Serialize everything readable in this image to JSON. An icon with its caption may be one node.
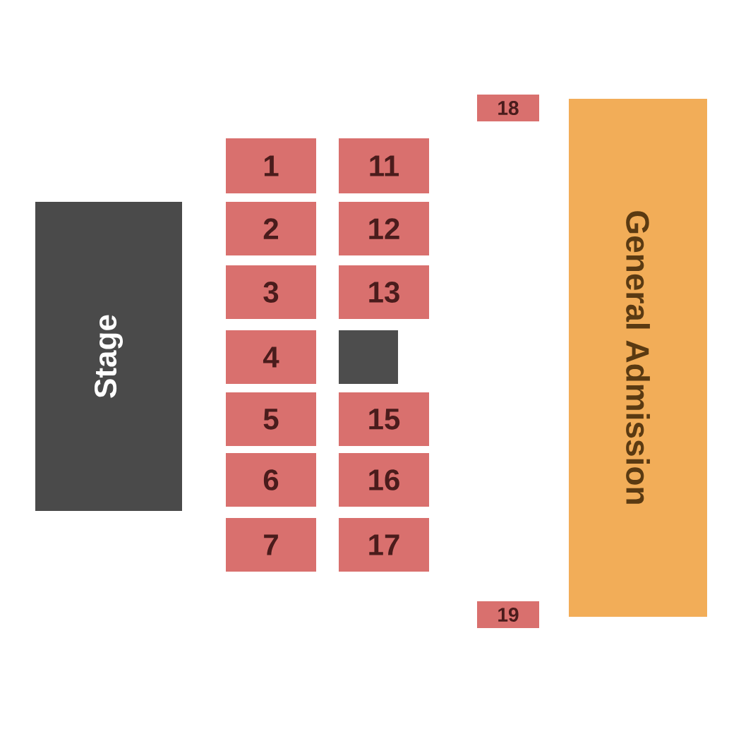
{
  "diagram": {
    "nodes": [
      {
        "text": [
          "Stage"
        ]
      },
      {
        "text": [
          "1"
        ]
      },
      {
        "text": [
          "2"
        ]
      },
      {
        "text": [
          "3"
        ]
      },
      {
        "text": [
          "4"
        ]
      },
      {
        "text": [
          "5"
        ]
      },
      {
        "text": [
          "6"
        ]
      },
      {
        "text": [
          "7"
        ]
      },
      {
        "text": [
          "11"
        ]
      },
      {
        "text": [
          "12"
        ]
      },
      {
        "text": [
          "13"
        ]
      },
      {
        "text": [],
        "shape": "box"
      },
      {
        "text": [
          "15"
        ]
      },
      {
        "text": [
          "16"
        ]
      },
      {
        "text": [
          "17"
        ]
      },
      {
        "text": [
          "18"
        ]
      },
      {
        "text": [
          "19"
        ]
      },
      {
        "text": [
          "General Admission"
        ]
      }
    ]
  }
}
